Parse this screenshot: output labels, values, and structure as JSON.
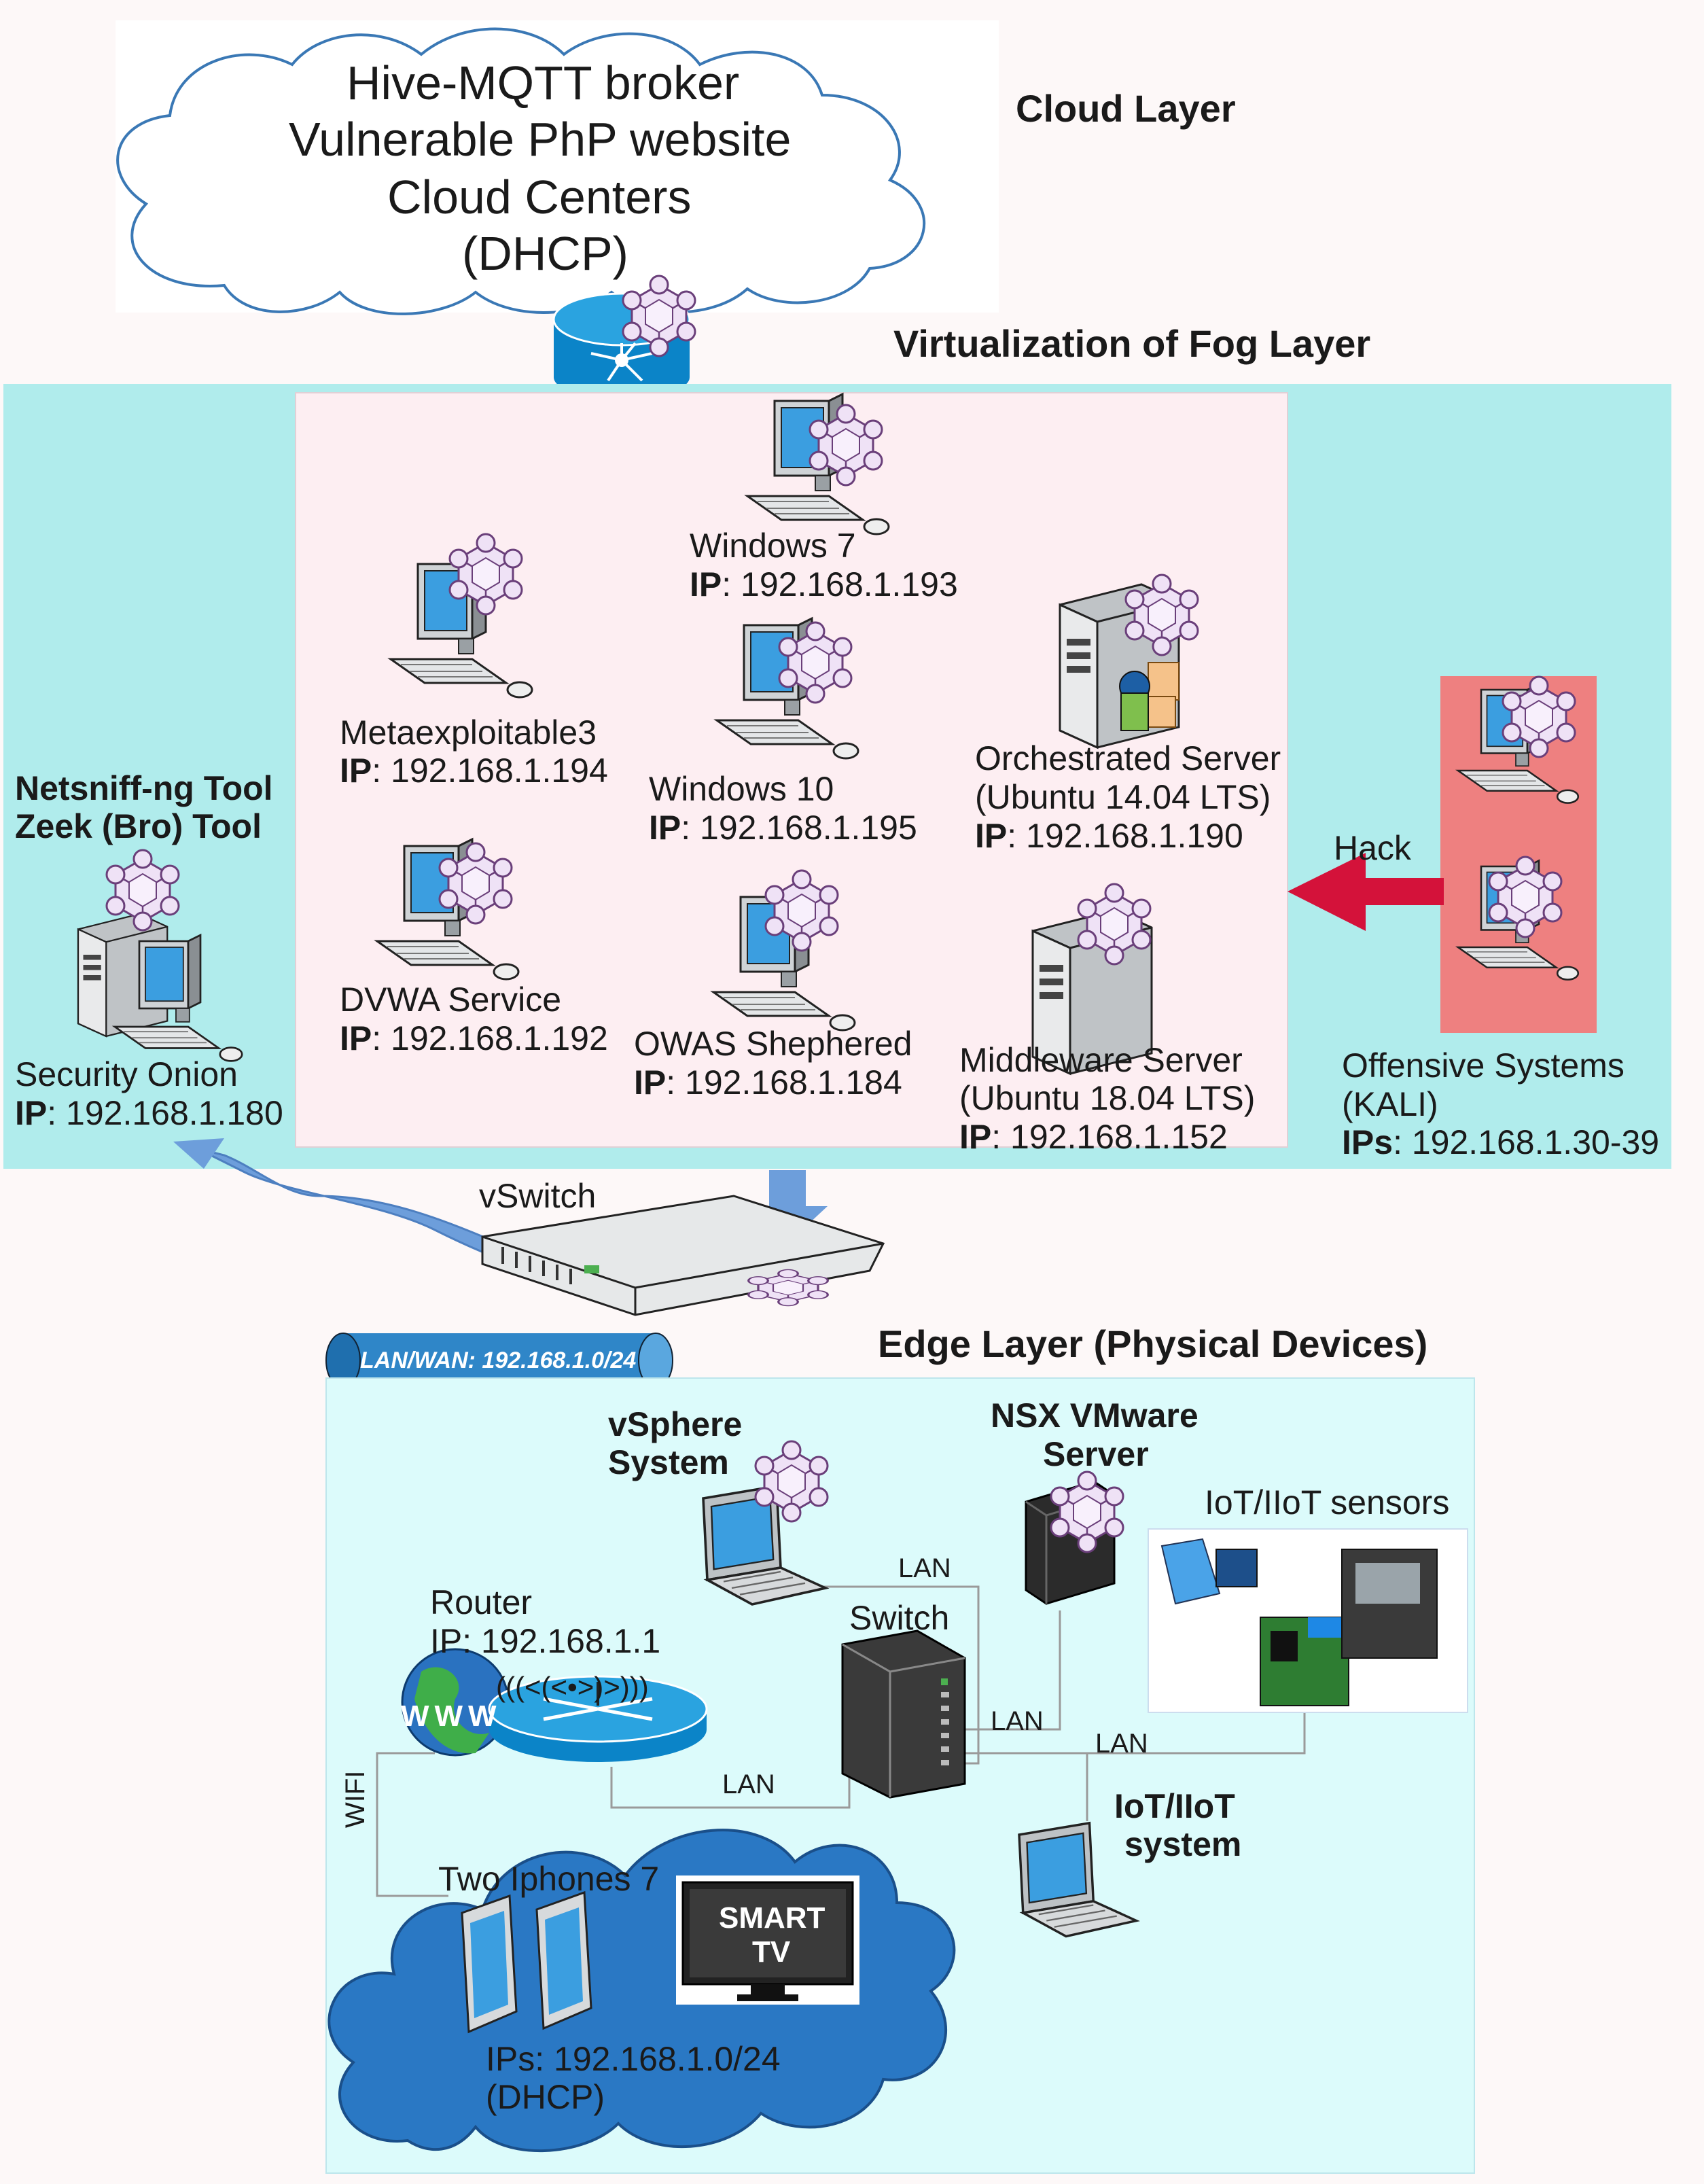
{
  "cloud_layer": {
    "title": "Cloud Layer",
    "lines": [
      "Hive-MQTT broker",
      "Vulnerable PhP website",
      "Cloud Centers",
      "(DHCP)"
    ]
  },
  "fog_layer": {
    "title": "Virtualization of Fog Layer",
    "nodes": [
      {
        "name": "Windows 7",
        "ip_label": "IP",
        "ip": ": 192.168.1.193"
      },
      {
        "name": "Metaexploitable3",
        "ip_label": "IP",
        "ip": ": 192.168.1.194"
      },
      {
        "name": "Windows 10",
        "ip_label": "IP",
        "ip": ": 192.168.1.195"
      },
      {
        "name": "DVWA Service",
        "ip_label": "IP",
        "ip": ": 192.168.1.192"
      },
      {
        "name": "OWAS Shephered",
        "ip_label": "IP",
        "ip": ": 192.168.1.184"
      }
    ],
    "orchestrated": {
      "line1": "Orchestrated Server",
      "line2": "(Ubuntu 14.04 LTS)",
      "ip_label": "IP",
      "ip": ": 192.168.1.190"
    },
    "middleware": {
      "line1": "Middleware Server",
      "line2": "(Ubuntu 18.04 LTS)",
      "ip_label": "IP",
      "ip": ": 192.168.1.152"
    },
    "security": {
      "tool1": "Netsniff-ng Tool",
      "tool2": "Zeek (Bro) Tool",
      "name": "Security Onion",
      "ip_label": "IP",
      "ip": ": 192.168.1.180"
    },
    "offensive": {
      "hack": "Hack",
      "line1": "Offensive Systems",
      "line2": "(KALI)",
      "ip_label": "IPs",
      "ip": ": 192.168.1.30-39"
    }
  },
  "vswitch": "vSwitch",
  "lan_wan": "LAN/WAN: 192.168.1.0/24",
  "edge_layer": {
    "title": "Edge Layer (Physical Devices)",
    "vsphere": [
      "vSphere",
      "System"
    ],
    "nsx": [
      "NSX VMware",
      "Server"
    ],
    "iot_sensors": "IoT/IIoT sensors",
    "router": [
      "Router",
      "IP: 192.168.1.1"
    ],
    "switch": "Switch",
    "iot_system": [
      "IoT/IIoT",
      "system"
    ],
    "phones": "Two Iphones 7",
    "smart_tv": [
      "SMART",
      "TV"
    ],
    "dhcp": [
      "IPs: 192.168.1.0/24",
      "(DHCP)"
    ],
    "wifi": "WIFI",
    "lan": "LAN",
    "www": "WWW",
    "waves": "(((<(<•>)>)))"
  },
  "colors": {
    "fog_bg": "#b0ecec",
    "fog_inner": "#fdeef2",
    "offensive_bg": "#ee8080",
    "edge_bg": "#dcfbfb",
    "hack_arrow": "#d4123a",
    "cloud_fill": "#ffffff",
    "cloud_stroke": "#3a78b5",
    "puzzle": "#e8d8f0"
  }
}
